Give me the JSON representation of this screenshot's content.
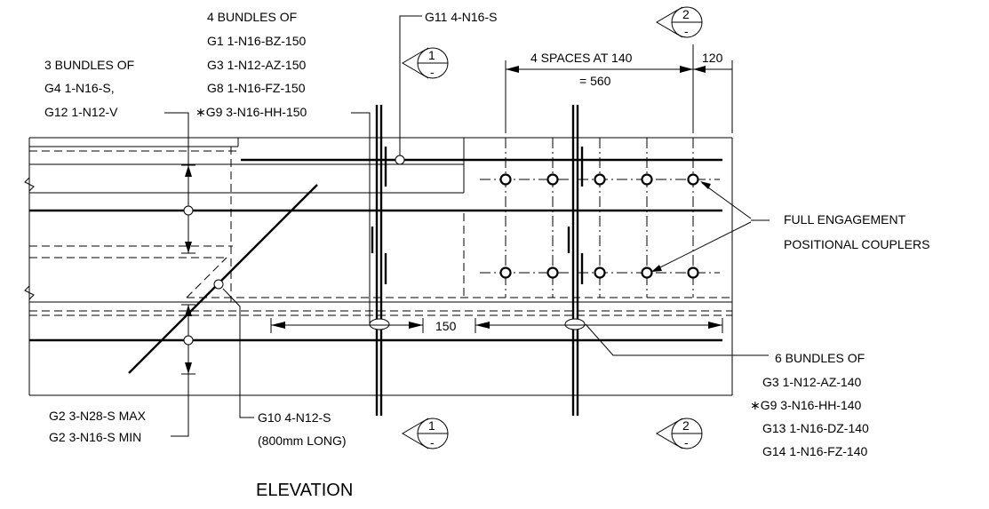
{
  "drawing": {
    "title": "ELEVATION",
    "callouts": {
      "top_left": [
        "3 BUNDLES OF",
        "G4 1-N16-S,",
        "G12 1-N12-V"
      ],
      "top_mid": [
        "4 BUNDLES OF",
        "G1 1-N16-BZ-150",
        "G3 1-N12-AZ-150",
        "G8 1-N16-FZ-150",
        "∗G9 3-N16-HH-150"
      ],
      "g11": "G11 4-N16-S",
      "spacing": [
        "4 SPACES AT 140",
        "= 560"
      ],
      "end_dim": "120",
      "mid_dim": "150",
      "couplers": [
        "FULL ENGAGEMENT",
        "POSITIONAL COUPLERS"
      ],
      "bottom_right": [
        "6 BUNDLES OF",
        "G3 1-N12-AZ-140",
        "∗G9 3-N16-HH-140",
        "G13 1-N16-DZ-140",
        "G14 1-N16-FZ-140"
      ],
      "g2": [
        "G2 3-N28-S MAX",
        "G2 3-N16-S MIN"
      ],
      "g10": [
        "G10 4-N12-S",
        "(800mm LONG)"
      ]
    },
    "section_markers": [
      {
        "num": "1",
        "sub": "-"
      },
      {
        "num": "2",
        "sub": "-"
      },
      {
        "num": "1",
        "sub": "-"
      },
      {
        "num": "2",
        "sub": "-"
      }
    ]
  }
}
